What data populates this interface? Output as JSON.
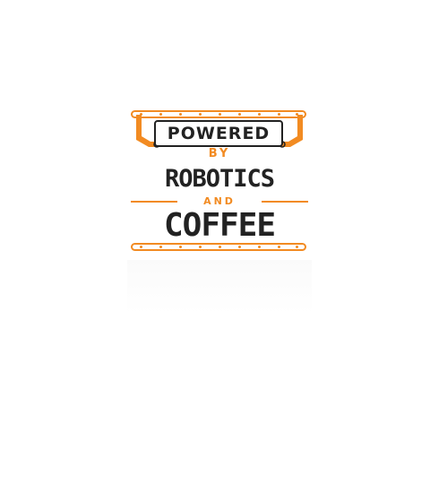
{
  "design": {
    "line1": "POWERED",
    "line2": "BY",
    "line3": "ROBOTICS",
    "line4": "AND",
    "line5": "COFFEE"
  },
  "colors": {
    "orange": "#f28b22",
    "dark": "#222222",
    "background": "#ffffff"
  },
  "icons": {
    "robot_arms": "robot-arm-icon",
    "gear_o": "gear-icon",
    "claw_i": "robot-claw-icon",
    "coffee_cup_o": "coffee-cup-icon"
  }
}
